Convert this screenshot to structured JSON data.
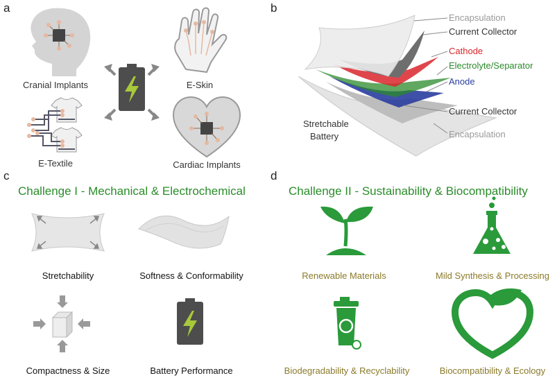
{
  "panels": {
    "a": "a",
    "b": "b",
    "c": "c",
    "d": "d"
  },
  "panel_a": {
    "cranial": "Cranial Implants",
    "eskin": "E-Skin",
    "etextile": "E-Textile",
    "cardiac": "Cardiac Implants"
  },
  "panel_b": {
    "encap_top": "Encapsulation",
    "cc_top": "Current Collector",
    "cathode": "Cathode",
    "electrolyte": "Electrolyte/Separator",
    "anode": "Anode",
    "cc_bottom": "Current Collector",
    "encap_bottom": "Encapsulation",
    "battery_line1": "Stretchable",
    "battery_line2": "Battery",
    "colors": {
      "cathode": "#d9262b",
      "electrolyte": "#2b8a2b",
      "anode": "#2a3d9e",
      "gray": "#888888"
    }
  },
  "panel_c": {
    "title": "Challenge I - Mechanical & Electrochemical",
    "stretch": "Stretchability",
    "soft": "Softness & Conformability",
    "compact": "Compactness & Size",
    "battery": "Battery Performance"
  },
  "panel_d": {
    "title": "Challenge II - Sustainability & Biocompatibility",
    "renewable": "Renewable Materials",
    "mild": "Mild Synthesis & Processing",
    "biodeg": "Biodegradability & Recyclability",
    "biocomp": "Biocompatibility & Ecology"
  },
  "colors": {
    "green": "#2a8c2a",
    "olive": "#8a7a2a",
    "battery": "#4d4d4d",
    "bolt": "#a8c93a"
  }
}
